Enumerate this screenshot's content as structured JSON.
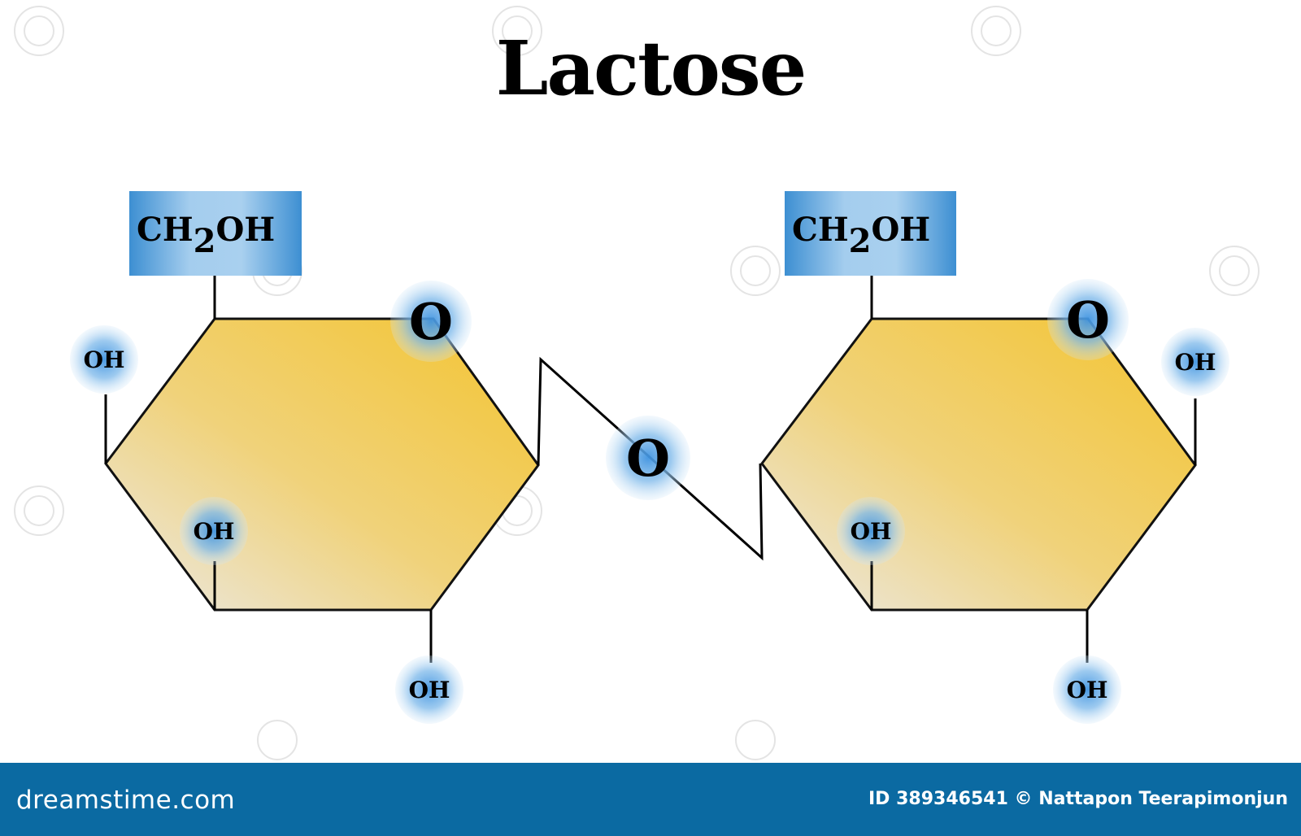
{
  "title": "Lactose",
  "substituents": {
    "ch2oh_left": "CH",
    "ch2oh_left_sub": "2",
    "ch2oh_left_tail": "OH",
    "ch2oh_right": "CH",
    "ch2oh_right_sub": "2",
    "ch2oh_right_tail": "OH",
    "oh_left_outer": "OH",
    "oh_left_inner": "OH",
    "oh_left_bottom": "OH",
    "oh_right_inner": "OH",
    "oh_right_outer": "OH",
    "oh_right_bottom": "OH"
  },
  "oxygen": {
    "ring_left": "O",
    "bridge": "O",
    "ring_right": "O"
  },
  "colors": {
    "ring_fill_top": "#f4c842",
    "ring_fill_bottom": "#ece8df",
    "ch2oh_box_light": "#a9cfee",
    "ch2oh_box_dark": "#3a8fd0",
    "glow": "#6aaee6",
    "footer_bg": "#0b6aa2"
  },
  "footer": {
    "brand": "dreamstime.com",
    "credit": "ID 389346541 © Nattapon Teerapimonjun"
  }
}
